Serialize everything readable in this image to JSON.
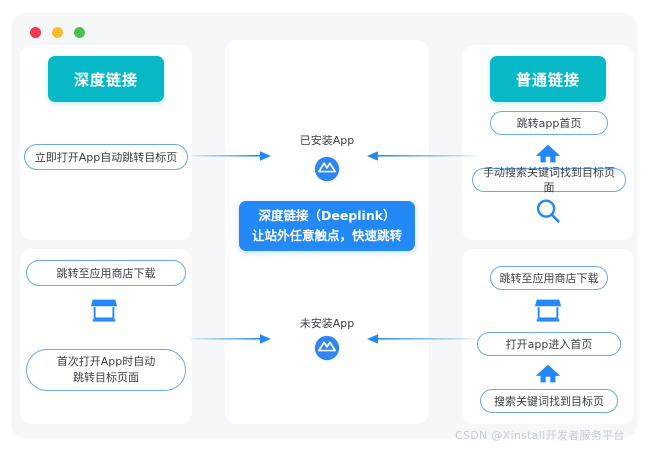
{
  "window": {
    "dots": [
      "red",
      "yellow",
      "green"
    ]
  },
  "left_column": {
    "heading_label": "深度链接",
    "top_card": {
      "pill_1": "立即打开App自动跳转目标页"
    },
    "bottom_card": {
      "pill_1": "跳转至应用商店下载",
      "store_icon": "store-icon",
      "pill_2_line_1": "首次打开App时自动",
      "pill_2_line_2": "跳转目标页面"
    }
  },
  "center_column": {
    "installed_label": "已安装App",
    "not_installed_label": "未安装App",
    "appstore_icon": "appstore-icon",
    "deeplink_box": {
      "line_1": "深度链接（Deeplink）",
      "line_2": "让站外任意触点，快速跳转"
    }
  },
  "right_column": {
    "heading_label": "普通链接",
    "top_card": {
      "pill_1": "跳转app首页",
      "home_icon": "home-icon",
      "pill_2": "手动搜索关键词找到目标页面",
      "search_icon": "search-icon"
    },
    "bottom_card": {
      "pill_1": "跳转至应用商店下载",
      "store_icon": "store-icon",
      "pill_2": "打开app进入首页",
      "home_icon": "home-icon",
      "pill_3": "搜索关键词找到目标页"
    }
  },
  "arrows": {
    "top_left": "arrow-right",
    "top_right": "arrow-left",
    "bottom_left": "arrow-right",
    "bottom_right": "arrow-left"
  },
  "watermark": "CSDN @Xinstall开发者服务平台",
  "colors": {
    "teal": "#07b8c6",
    "blue": "#2289f6",
    "pill_border": "#6aa9e9",
    "frame_bg": "#f6f7f8",
    "dot_red": "#ec3b4f",
    "dot_yellow": "#f6bc2f",
    "dot_green": "#4cc24c"
  }
}
